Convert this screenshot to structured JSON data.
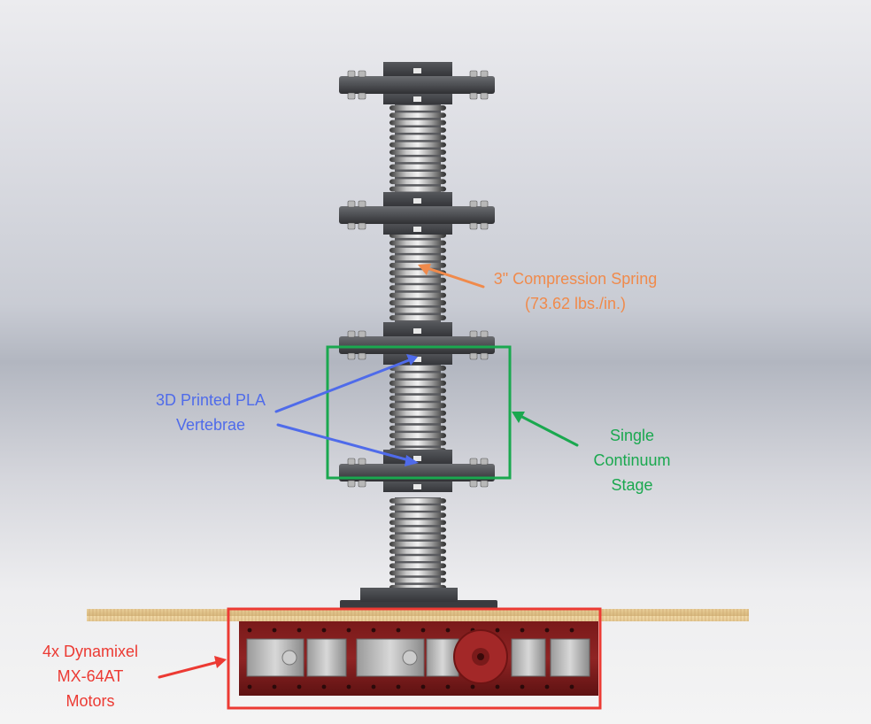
{
  "colors": {
    "spring": "#f08a4b",
    "vertebrae": "#4f6bea",
    "stage": "#1aa84f",
    "motors": "#ec3a33"
  },
  "labels": {
    "spring": {
      "line1": "3\" Compression Spring",
      "line2": "(73.62 lbs./in.)"
    },
    "vertebrae": {
      "line1": "3D Printed PLA",
      "line2": "Vertebrae"
    },
    "stage": {
      "line1": "Single",
      "line2": "Continuum",
      "line3": "Stage"
    },
    "motors": {
      "line1": "4x Dynamixel",
      "line2": "MX-64AT",
      "line3": "Motors"
    }
  }
}
